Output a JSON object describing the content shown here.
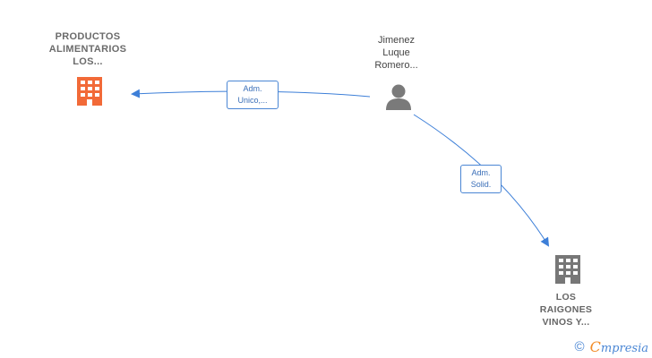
{
  "nodes": {
    "company_main": {
      "label": "PRODUCTOS\nALIMENTARIOS\nLOS...",
      "color": "#f26a38"
    },
    "person": {
      "label": "Jimenez\nLuque\nRomero..."
    },
    "company_other": {
      "label": "LOS\nRAIGONES\nVINOS Y...",
      "color": "#777777"
    }
  },
  "edges": [
    {
      "label": "Adm.\nUnico,..."
    },
    {
      "label": "Adm.\nSolid."
    }
  ],
  "footer": {
    "copyright": "©",
    "brand_first": "C",
    "brand_rest": "mpresia"
  },
  "colors": {
    "edge": "#3d7fd8",
    "label_border": "#4a86d4"
  }
}
